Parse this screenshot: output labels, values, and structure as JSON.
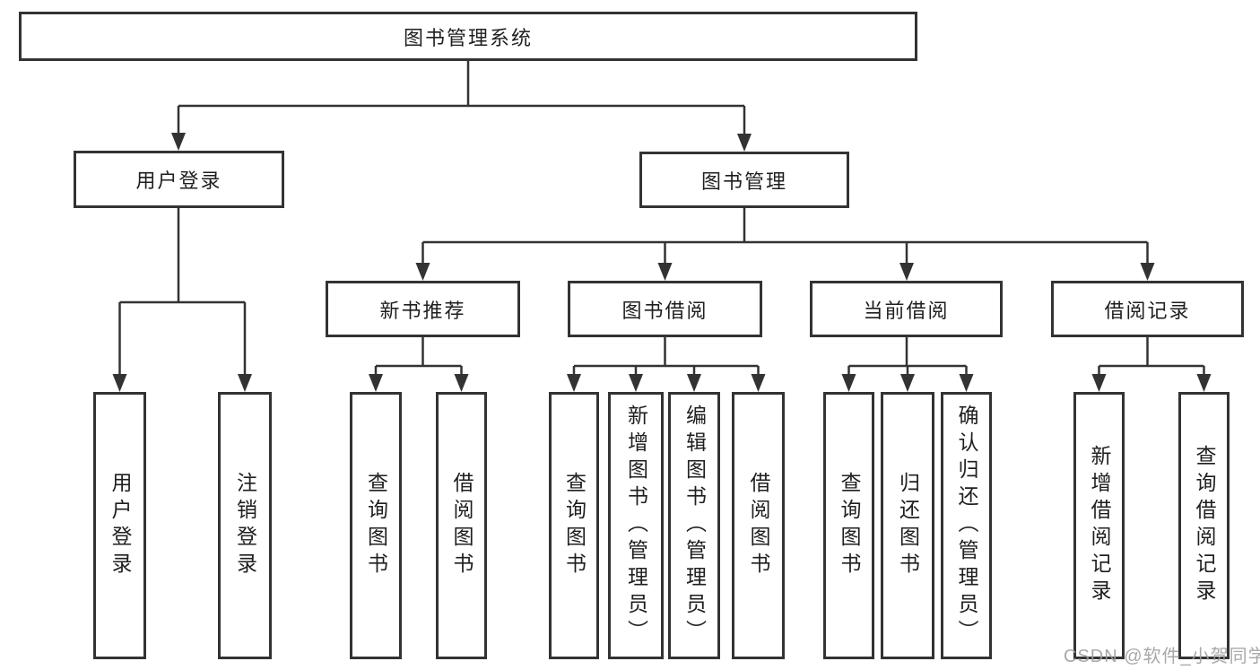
{
  "tree": {
    "root": "图书管理系统",
    "user_login": {
      "label": "用户登录",
      "children": [
        "用户登录",
        "注销登录"
      ]
    },
    "book_mgmt": {
      "label": "图书管理",
      "sections": [
        {
          "label": "新书推荐",
          "children": [
            "查询图书",
            "借阅图书"
          ]
        },
        {
          "label": "图书借阅",
          "children": [
            "查询图书",
            "新增图书（管理员）",
            "编辑图书（管理员）",
            "借阅图书"
          ]
        },
        {
          "label": "当前借阅",
          "children": [
            "查询图书",
            "归还图书",
            "确认归还（管理员）"
          ]
        },
        {
          "label": "借阅记录",
          "children": [
            "新增借阅记录",
            "查询借阅记录"
          ]
        }
      ]
    }
  },
  "watermark": "CSDN @软件_小贺同学",
  "colors": {
    "line": "#333333",
    "box_border": "#333333",
    "box_fill": "#ffffff",
    "text": "#1f1f1f",
    "watermark": "#9e9e9e",
    "background": "#ffffff"
  }
}
